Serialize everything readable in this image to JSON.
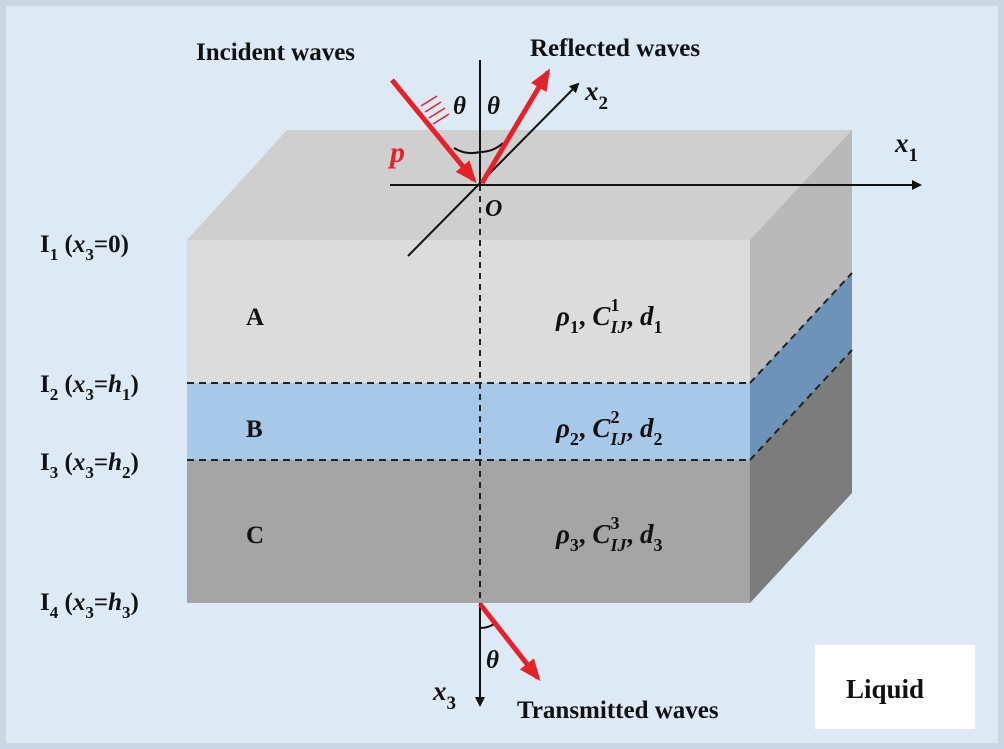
{
  "labels": {
    "incident": "Incident waves",
    "reflected": "Reflected waves",
    "transmitted": "Transmitted waves",
    "liquid": "Liquid",
    "polarization": "p",
    "origin": "O",
    "theta": "θ"
  },
  "axes": {
    "x1": {
      "symbol": "x",
      "sub": "1"
    },
    "x2": {
      "symbol": "x",
      "sub": "2"
    },
    "x3": {
      "symbol": "x",
      "sub": "3"
    }
  },
  "interfaces": [
    {
      "symbol": "I",
      "sub": "1",
      "open": " (",
      "var": "x",
      "varsub": "3",
      "eq": "=",
      "val": "0",
      "valsub": "",
      "close": ")"
    },
    {
      "symbol": "I",
      "sub": "2",
      "open": " (",
      "var": "x",
      "varsub": "3",
      "eq": "=",
      "val": "h",
      "valsub": "1",
      "close": ")"
    },
    {
      "symbol": "I",
      "sub": "3",
      "open": " (",
      "var": "x",
      "varsub": "3",
      "eq": "=",
      "val": "h",
      "valsub": "2",
      "close": ")"
    },
    {
      "symbol": "I",
      "sub": "4",
      "open": " (",
      "var": "x",
      "varsub": "3",
      "eq": "=",
      "val": "h",
      "valsub": "3",
      "close": ")"
    }
  ],
  "layers": [
    {
      "name": "A",
      "rho": "ρ",
      "rho_sub": "1",
      "c": "C",
      "c_sup": "1",
      "c_sub": "IJ",
      "d": "d",
      "d_sub": "1",
      "sep": ", "
    },
    {
      "name": "B",
      "rho": "ρ",
      "rho_sub": "2",
      "c": "C",
      "c_sup": "2",
      "c_sub": "IJ",
      "d": "d",
      "d_sub": "2",
      "sep": ", "
    },
    {
      "name": "C",
      "rho": "ρ",
      "rho_sub": "3",
      "c": "C",
      "c_sup": "3",
      "c_sub": "IJ",
      "d": "d",
      "d_sub": "3",
      "sep": ", "
    }
  ],
  "colors": {
    "background": "#dde9f5",
    "frame": "#c9d7e5",
    "layer_a_front": "#dcdcdc",
    "layer_a_side": "#b9b9b9",
    "top_face": "#cfcfcf",
    "layer_b_front": "#a7c8e6",
    "layer_b_side": "#6d94b8",
    "layer_c_front": "#a5a5a5",
    "layer_c_side": "#7c7c7c",
    "wave_red": "#e5212a",
    "liquid_box": "#ffffff"
  }
}
